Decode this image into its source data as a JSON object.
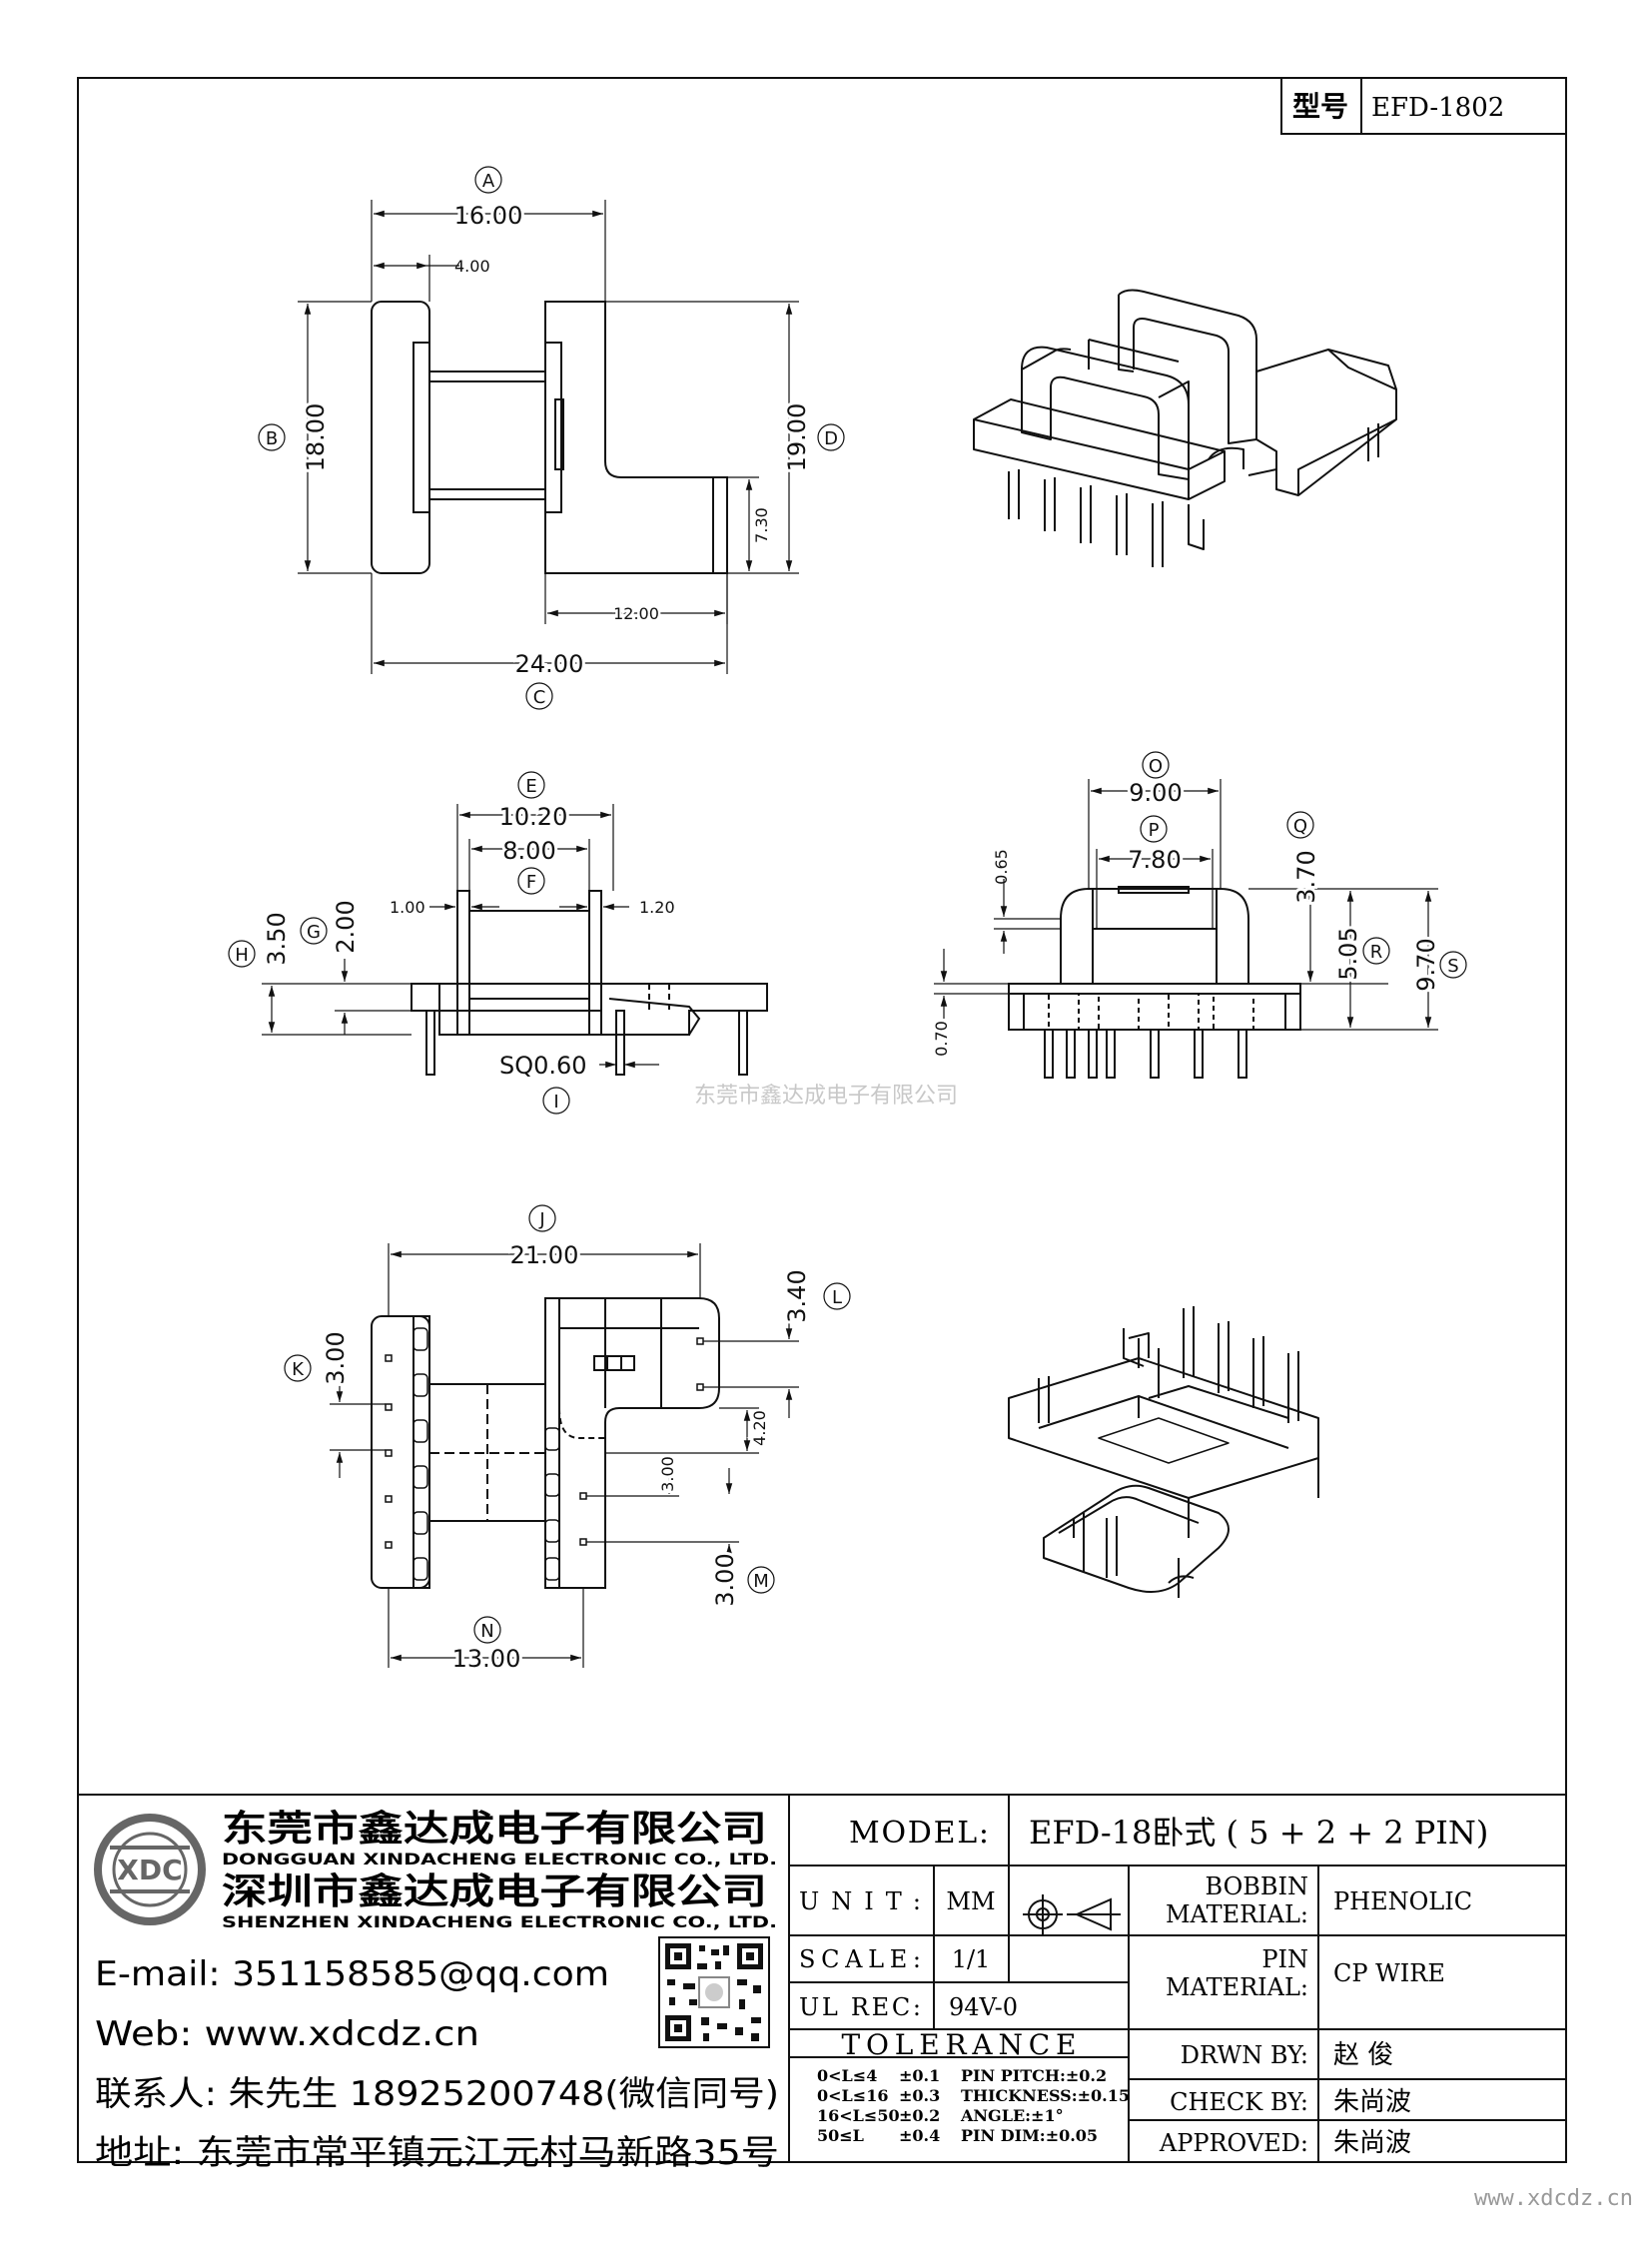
{
  "model_box": {
    "label": "型号",
    "value": "EFD-1802"
  },
  "view_top": {
    "dims": {
      "A": "16.00",
      "w4": "4.00",
      "B": "18.00",
      "D": "19.00",
      "h730": "7.30",
      "w12": "12.00",
      "C": "24.00"
    },
    "letters": {
      "A": "A",
      "B": "B",
      "C": "C",
      "D": "D"
    }
  },
  "view_side": {
    "dims": {
      "E": "10.20",
      "F": "8.00",
      "l100": "1.00",
      "r120": "1.20",
      "H": "3.50",
      "G": "2.00",
      "I": "SQ0.60"
    },
    "letters": {
      "E": "E",
      "F": "F",
      "G": "G",
      "H": "H",
      "I": "I"
    }
  },
  "view_front": {
    "dims": {
      "O": "9.00",
      "P": "7.80",
      "d065": "0.65",
      "Q": "3.70",
      "R": "5.05",
      "S": "9.70",
      "d070": "0.70"
    },
    "letters": {
      "O": "O",
      "P": "P",
      "Q": "Q",
      "R": "R",
      "S": "S"
    }
  },
  "watermark": "东莞市鑫达成电子有限公司",
  "view_bottom": {
    "dims": {
      "J": "21.00",
      "K": "3.00",
      "L": "3.40",
      "d420": "4.20",
      "d300": "3.00",
      "M": "3.00",
      "N": "13.00"
    },
    "letters": {
      "J": "J",
      "K": "K",
      "L": "L",
      "M": "M",
      "N": "N"
    }
  },
  "company": {
    "name_cn_1": "东莞市鑫达成电子有限公司",
    "name_en_1": "DONGGUAN XINDACHENG ELECTRONIC CO., LTD.",
    "name_cn_2": "深圳市鑫达成电子有限公司",
    "name_en_2": "SHENZHEN XINDACHENG ELECTRONIC CO., LTD.",
    "logo_text": "XDC",
    "email": "E-mail: 351158585@qq.com",
    "web": "Web: www.xdcdz.cn",
    "contact": "联系人: 朱先生 18925200748(微信同号)",
    "address": "地址: 东莞市常平镇元江元村马新路35号"
  },
  "title_block": {
    "model_label": "MODEL:",
    "model_value": "EFD-18卧式 ( 5 + 2 + 2 PIN)",
    "unit_label": "UNIT:",
    "unit_value": "MM",
    "scale_label": "SCALE:",
    "scale_value": "1/1",
    "ul_label": "UL REC:",
    "ul_value": "94V-0",
    "tolerance_label": "TOLERANCE",
    "tolerance_rows": [
      [
        "0<L≤4",
        "±0.1",
        "PIN PITCH:±0.2"
      ],
      [
        "0<L≤16",
        "±0.3",
        "THICKNESS:±0.15"
      ],
      [
        "16<L≤50",
        "±0.2",
        "ANGLE:±1°"
      ],
      [
        "50≤L",
        "±0.4",
        "PIN DIM:±0.05"
      ]
    ],
    "bobbin_label_1": "BOBBIN",
    "bobbin_label_2": "MATERIAL:",
    "bobbin_value": "PHENOLIC",
    "pin_label_1": "PIN",
    "pin_label_2": "MATERIAL:",
    "pin_value": "CP WIRE",
    "drawn_label": "DRWN BY:",
    "drawn_value": "赵  俊",
    "check_label": "CHECK BY:",
    "check_value": "朱尚波",
    "approved_label": "APPROVED:",
    "approved_value": "朱尚波"
  },
  "footer_url": "www.xdcdz.cn"
}
